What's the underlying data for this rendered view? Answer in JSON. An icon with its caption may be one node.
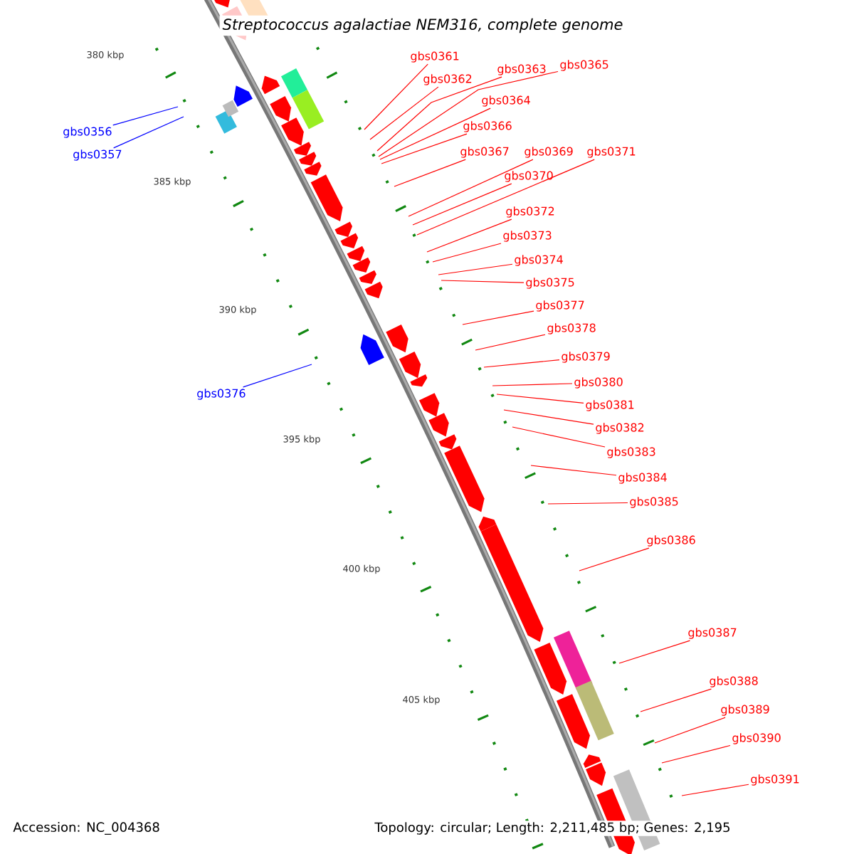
{
  "diagram": {
    "title": "Streptococcus agalactiae NEM316, complete genome",
    "nodes": [
      {
        "text": [
          "gbs0356"
        ]
      },
      {
        "text": [
          "gbs0357"
        ]
      },
      {
        "text": [
          "gbs0361"
        ]
      },
      {
        "text": [
          "gbs0362"
        ]
      },
      {
        "text": [
          "gbs0363"
        ]
      },
      {
        "text": [
          "gbs0365"
        ]
      },
      {
        "text": [
          "gbs0364"
        ]
      },
      {
        "text": [
          "gbs0366"
        ]
      },
      {
        "text": [
          "gbs0367"
        ]
      },
      {
        "text": [
          "gbs0369"
        ]
      },
      {
        "text": [
          "gbs0371"
        ]
      },
      {
        "text": [
          "gbs0370"
        ]
      },
      {
        "text": [
          "gbs0372"
        ]
      },
      {
        "text": [
          "gbs0373"
        ]
      },
      {
        "text": [
          "gbs0374"
        ]
      },
      {
        "text": [
          "gbs0375"
        ]
      },
      {
        "text": [
          "gbs0377"
        ]
      },
      {
        "text": [
          "gbs0378"
        ]
      },
      {
        "text": [
          "gbs0379"
        ]
      },
      {
        "text": [
          "gbs0376"
        ]
      },
      {
        "text": [
          "gbs0380"
        ]
      },
      {
        "text": [
          "gbs0381"
        ]
      },
      {
        "text": [
          "gbs0382"
        ]
      },
      {
        "text": [
          "gbs0383"
        ]
      },
      {
        "text": [
          "gbs0384"
        ]
      },
      {
        "text": [
          "gbs0385"
        ]
      },
      {
        "text": [
          "gbs0386"
        ]
      },
      {
        "text": [
          "gbs0387"
        ]
      },
      {
        "text": [
          "gbs0388"
        ]
      },
      {
        "text": [
          "gbs0389"
        ]
      },
      {
        "text": [
          "gbs0390"
        ]
      },
      {
        "text": [
          "gbs0391"
        ]
      }
    ],
    "edges": [
      {
        "from": 0,
        "to": null,
        "arrow": "none",
        "color": "#0000ff"
      },
      {
        "from": 1,
        "to": null,
        "arrow": "none",
        "color": "#0000ff"
      },
      {
        "from": 2,
        "to": null,
        "arrow": "none"
      },
      {
        "from": 3,
        "to": null,
        "arrow": "none"
      },
      {
        "from": 4,
        "to": null,
        "arrow": "none"
      },
      {
        "from": 5,
        "to": null,
        "arrow": "none"
      },
      {
        "from": 6,
        "to": null,
        "arrow": "none"
      },
      {
        "from": 7,
        "to": null,
        "arrow": "none"
      },
      {
        "from": 8,
        "to": null,
        "arrow": "none"
      },
      {
        "from": 9,
        "to": null,
        "arrow": "none"
      },
      {
        "from": 10,
        "to": null,
        "arrow": "none"
      },
      {
        "from": 11,
        "to": null,
        "arrow": "none"
      },
      {
        "from": 12,
        "to": null,
        "arrow": "none"
      },
      {
        "from": 13,
        "to": null,
        "arrow": "none"
      },
      {
        "from": 14,
        "to": null,
        "arrow": "none"
      },
      {
        "from": 15,
        "to": null,
        "arrow": "none"
      },
      {
        "from": 16,
        "to": null,
        "arrow": "none"
      },
      {
        "from": 17,
        "to": null,
        "arrow": "none"
      },
      {
        "from": 18,
        "to": null,
        "arrow": "none"
      },
      {
        "from": 19,
        "to": null,
        "arrow": "none",
        "color": "#0000ff"
      },
      {
        "from": 20,
        "to": null,
        "arrow": "none"
      },
      {
        "from": 21,
        "to": null,
        "arrow": "none"
      },
      {
        "from": 22,
        "to": null,
        "arrow": "none"
      },
      {
        "from": 23,
        "to": null,
        "arrow": "none"
      },
      {
        "from": 24,
        "to": null,
        "arrow": "none"
      },
      {
        "from": 25,
        "to": null,
        "arrow": "none"
      },
      {
        "from": 26,
        "to": null,
        "arrow": "none"
      },
      {
        "from": 27,
        "to": null,
        "arrow": "none"
      },
      {
        "from": 28,
        "to": null,
        "arrow": "none"
      },
      {
        "from": 29,
        "to": null,
        "arrow": "none"
      },
      {
        "from": 30,
        "to": null,
        "arrow": "none"
      },
      {
        "from": 31,
        "to": null,
        "arrow": "none"
      }
    ],
    "labels": [
      "380 kbp",
      "385 kbp",
      "390 kbp",
      "395 kbp",
      "400 kbp",
      "405 kbp",
      "Accession: NC_004368",
      "Topology: circular; Length: 2,211,485 bp; Genes: 2,195"
    ]
  }
}
